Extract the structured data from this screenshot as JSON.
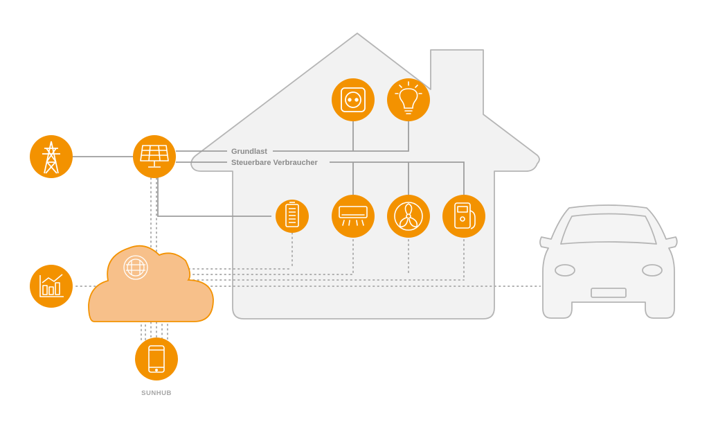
{
  "labels": {
    "grundlast": "Grundlast",
    "steuerbare": "Steuerbare Verbraucher",
    "sunhub": "SUNHUB"
  },
  "colors": {
    "accent": "#f39200",
    "cloud_fill": "#f7c08a",
    "house_fill": "#f2f2f2",
    "outline": "#b5b5b5",
    "line": "#9d9d9d",
    "dots": "#b0b0b0"
  },
  "icons": [
    "power-tower-icon",
    "solar-panel-icon",
    "socket-icon",
    "light-bulb-icon",
    "battery-icon",
    "air-conditioner-icon",
    "fan-icon",
    "wallbox-icon",
    "chart-icon",
    "smartphone-icon",
    "energy-manager-icon",
    "car-icon"
  ]
}
